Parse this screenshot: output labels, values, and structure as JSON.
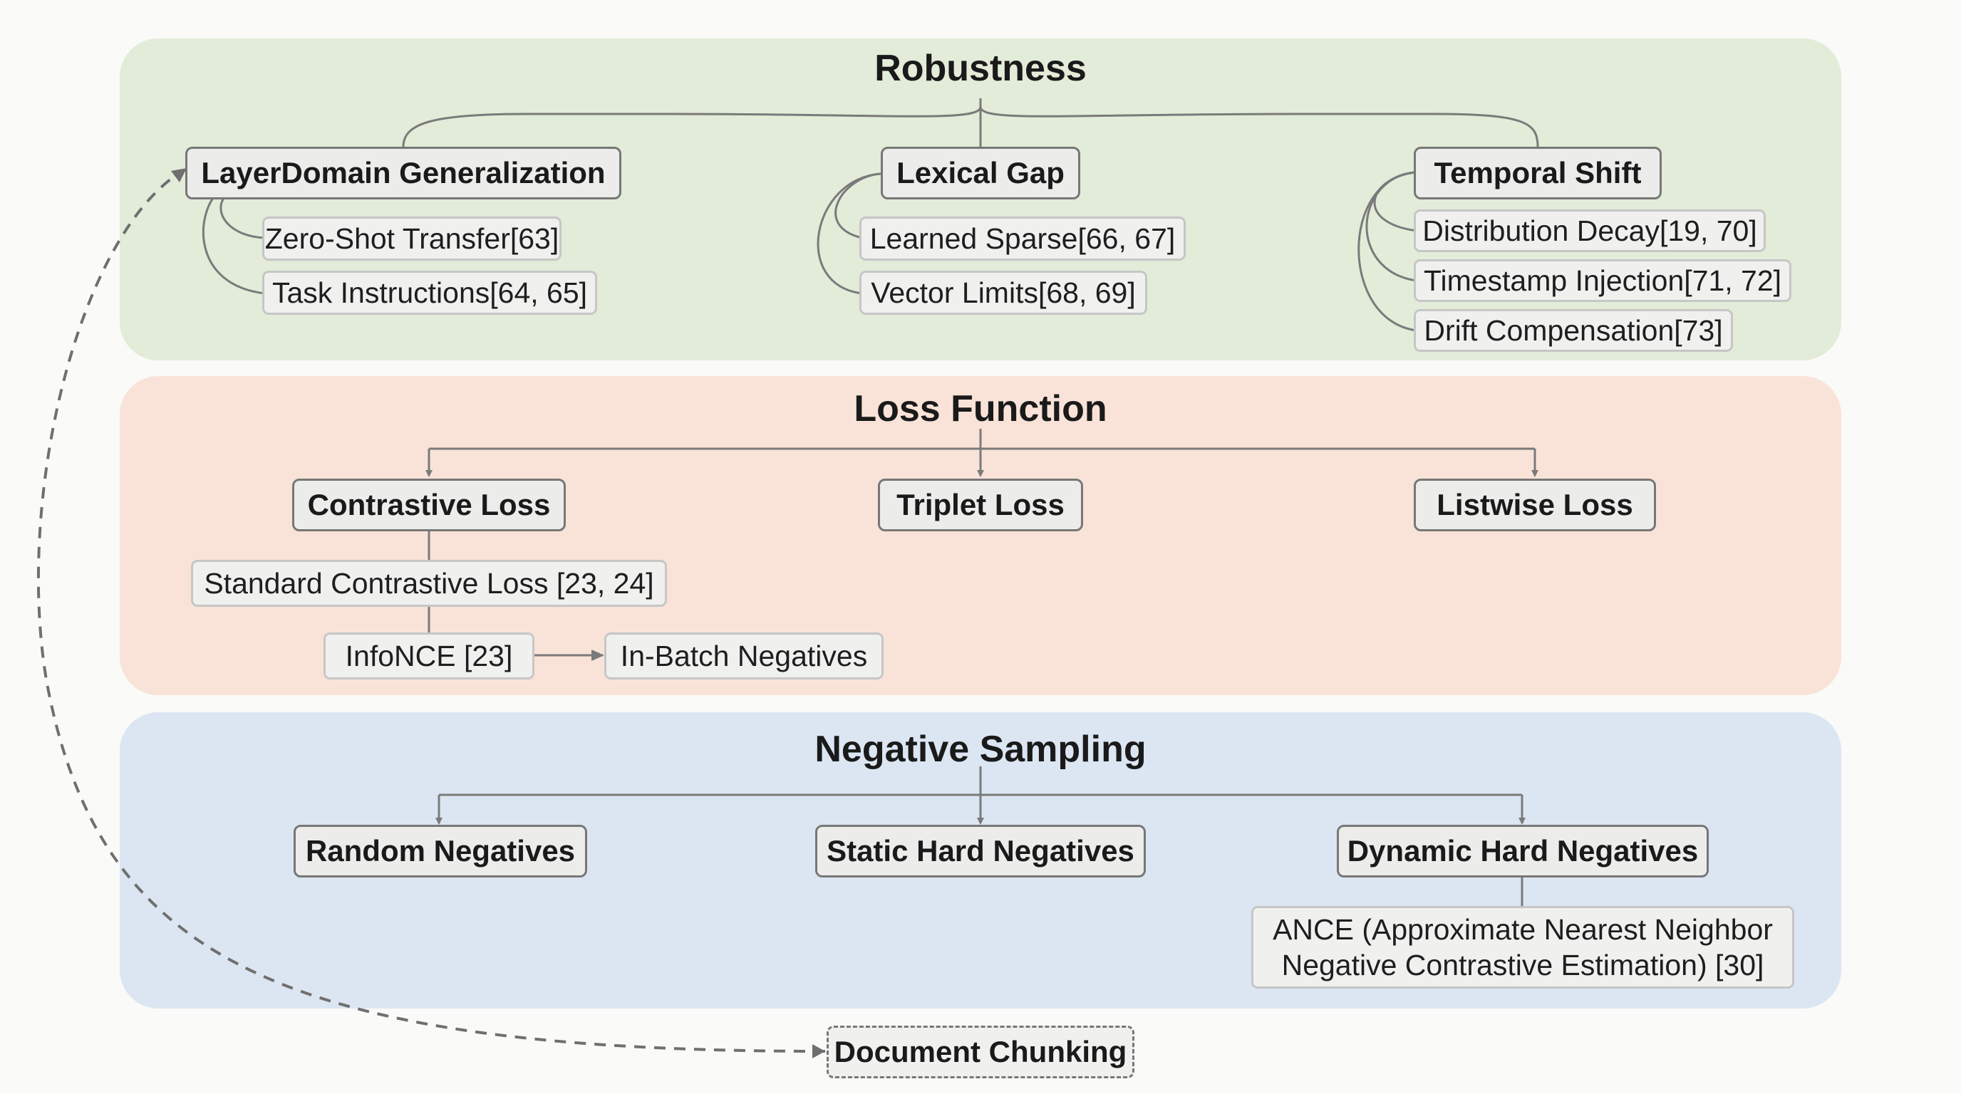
{
  "robustness": {
    "title": "Robustness",
    "groups": [
      {
        "label": "LayerDomain Generalization",
        "leaves": [
          "Zero-Shot Transfer[63]",
          "Task Instructions[64, 65]"
        ]
      },
      {
        "label": "Lexical Gap",
        "leaves": [
          "Learned Sparse[66, 67]",
          "Vector Limits[68, 69]"
        ]
      },
      {
        "label": "Temporal Shift",
        "leaves": [
          "Distribution Decay[19, 70]",
          "Timestamp Injection[71, 72]",
          "Drift Compensation[73]"
        ]
      }
    ]
  },
  "loss_function": {
    "title": "Loss Function",
    "nodes": [
      "Contrastive Loss",
      "Triplet Loss",
      "Listwise Loss"
    ],
    "standard": "Standard Contrastive Loss [23, 24]",
    "infonce": "InfoNCE [23]",
    "in_batch": "In-Batch Negatives"
  },
  "negative_sampling": {
    "title": "Negative Sampling",
    "nodes": [
      "Random Negatives",
      "Static Hard Negatives",
      "Dynamic Hard Negatives"
    ],
    "ance_line1": "ANCE (Approximate Nearest Neighbor",
    "ance_line2": "Negative Contrastive Estimation) [30]"
  },
  "external": {
    "label": "Document Chunking"
  },
  "colors": {
    "robustness_bg": "#e2ecd9",
    "loss_bg": "#f9e3d8",
    "negative_bg": "#dce6f2",
    "connector": "#7a7a7a"
  }
}
